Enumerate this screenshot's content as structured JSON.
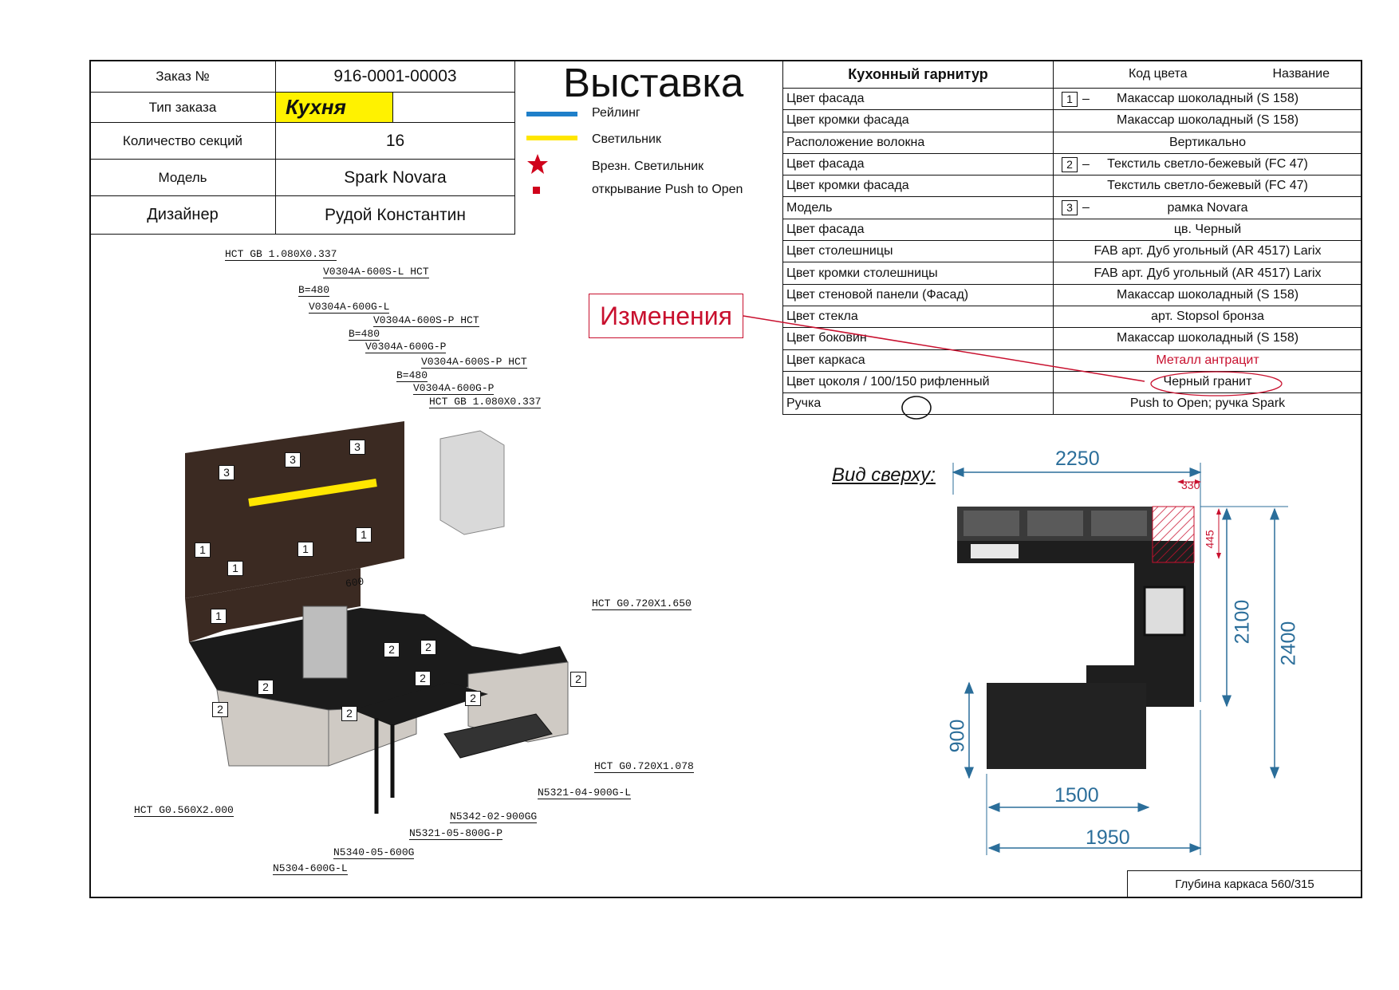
{
  "order": {
    "order_no_label": "Заказ №",
    "order_no": "916-0001-00003",
    "type_label": "Тип заказа",
    "type": "Кухня",
    "sections_label": "Количество секций",
    "sections": "16",
    "model_label": "Модель",
    "model": "Spark Novara",
    "designer_label": "Дизайнер",
    "designer": "Рудой Константин"
  },
  "title": "Выставка",
  "legend": [
    {
      "label": "Рейлинг",
      "color": "#1f7fc9"
    },
    {
      "label": "Светильник",
      "color": "#ffe600"
    },
    {
      "label": "Врезн. Светильник",
      "color": "#d0021b"
    },
    {
      "label": "открывание Push to Open",
      "color": "#d0021b"
    }
  ],
  "changes_label": "Изменения",
  "spec": {
    "header": "Кухонный гарнитур",
    "col_code": "Код цвета",
    "col_name": "Название",
    "rows": [
      {
        "label": "Цвет фасада",
        "mark": "1",
        "value": "Макассар шоколадный (S 158)"
      },
      {
        "label": "Цвет кромки фасада",
        "mark": "",
        "value": "Макассар шоколадный (S 158)"
      },
      {
        "label": "Расположение волокна",
        "mark": "",
        "value": "Вертикально"
      },
      {
        "label": "Цвет фасада",
        "mark": "2",
        "value": "Текстиль светло-бежевый (FC 47)"
      },
      {
        "label": "Цвет кромки фасада",
        "mark": "",
        "value": "Текстиль светло-бежевый (FC 47)"
      },
      {
        "label": "Модель",
        "mark": "3",
        "value": "рамка Novara"
      },
      {
        "label": "Цвет фасада",
        "mark": "",
        "value": "цв. Черный"
      },
      {
        "label": "Цвет столешницы",
        "mark": "",
        "value": "FAB арт. Дуб угольный (AR 4517) Larix"
      },
      {
        "label": "Цвет кромки столешницы",
        "mark": "",
        "value": "FAB арт. Дуб угольный (AR 4517) Larix"
      },
      {
        "label": "Цвет стеновой панели (Фасад)",
        "mark": "",
        "value": "Макассар шоколадный (S 158)"
      },
      {
        "label": "Цвет стекла",
        "mark": "",
        "value": "арт. Stopsol бронза"
      },
      {
        "label": "Цвет боковин",
        "mark": "",
        "value": "Макассар шоколадный (S 158)"
      },
      {
        "label": "Цвет каркаса",
        "mark": "",
        "value": "Металл антрацит"
      },
      {
        "label": "Цвет цоколя / 100/150 рифленный",
        "mark": "",
        "value": "Черный гранит"
      },
      {
        "label": "Ручка",
        "mark": "",
        "value": "Push to Open;  ручка Spark"
      }
    ]
  },
  "mark_dash": "–",
  "plinth": {
    "prefix": "Цвет цоколя / 100/",
    "circled": "150",
    "suffix": " рифленный"
  },
  "top_view": {
    "title": "Вид сверху:",
    "dims": {
      "w_top": "2250",
      "w_small": "330",
      "h_small": "445",
      "h_mid": "2100",
      "h_full": "2400",
      "h_left": "900",
      "w_mid": "1500",
      "w_bottom": "1950"
    }
  },
  "frame_depth": "Глубина каркаса 560/315",
  "leaders": [
    "HCT GB 1.080X0.337",
    "V0304A-600S-L HCT",
    "B=480",
    "V0304A-600G-L",
    "V0304A-600S-P HCT",
    "B=480",
    "V0304A-600G-P",
    "V0304A-600S-P HCT",
    "B=480",
    "V0304A-600G-P",
    "HCT GB 1.080X0.337",
    "HCT G0.720X1.650",
    "HCT G0.720X1.078",
    "N5321-04-900G-L",
    "N5342-02-900GG",
    "N5321-05-800G-P",
    "N5340-05-600G",
    "N5304-600G-L",
    "HCT G0.560X2.000",
    "600"
  ],
  "cabinet_marks": [
    "3",
    "3",
    "3",
    "1",
    "1",
    "1",
    "1",
    "1",
    "2",
    "2",
    "2",
    "2",
    "2",
    "2",
    "2",
    "2"
  ]
}
